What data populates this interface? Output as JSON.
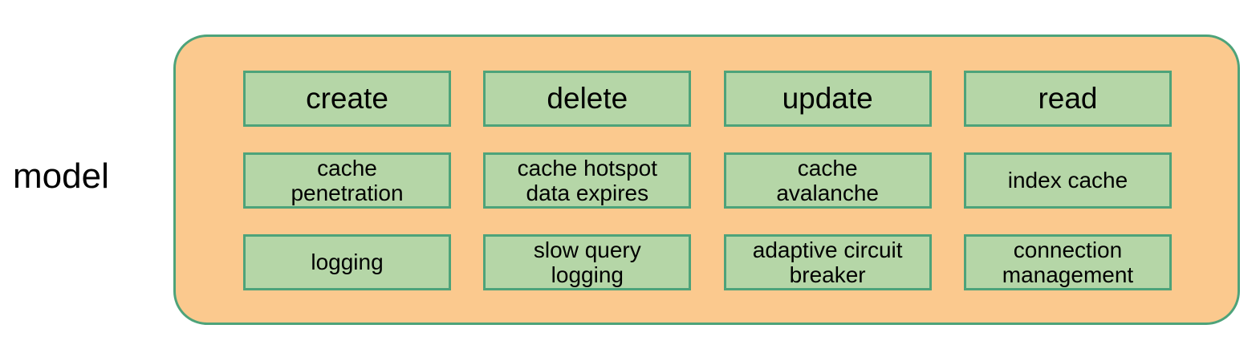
{
  "diagram": {
    "side_label": "model",
    "group": {
      "fill_color": "#fbc98e",
      "border_color": "#4da37a"
    },
    "node_style": {
      "fill_color": "#b5d6a7",
      "border_color": "#4da37a",
      "text_color": "#000000"
    },
    "rows": [
      {
        "nodes": [
          {
            "label": "create"
          },
          {
            "label": "delete"
          },
          {
            "label": "update"
          },
          {
            "label": "read"
          }
        ]
      },
      {
        "nodes": [
          {
            "label": "cache\npenetration"
          },
          {
            "label": "cache hotspot\ndata expires"
          },
          {
            "label": "cache\navalanche"
          },
          {
            "label": "index cache"
          }
        ]
      },
      {
        "nodes": [
          {
            "label": "logging"
          },
          {
            "label": "slow query\nlogging"
          },
          {
            "label": "adaptive circuit\nbreaker"
          },
          {
            "label": "connection\nmanagement"
          }
        ]
      }
    ]
  }
}
